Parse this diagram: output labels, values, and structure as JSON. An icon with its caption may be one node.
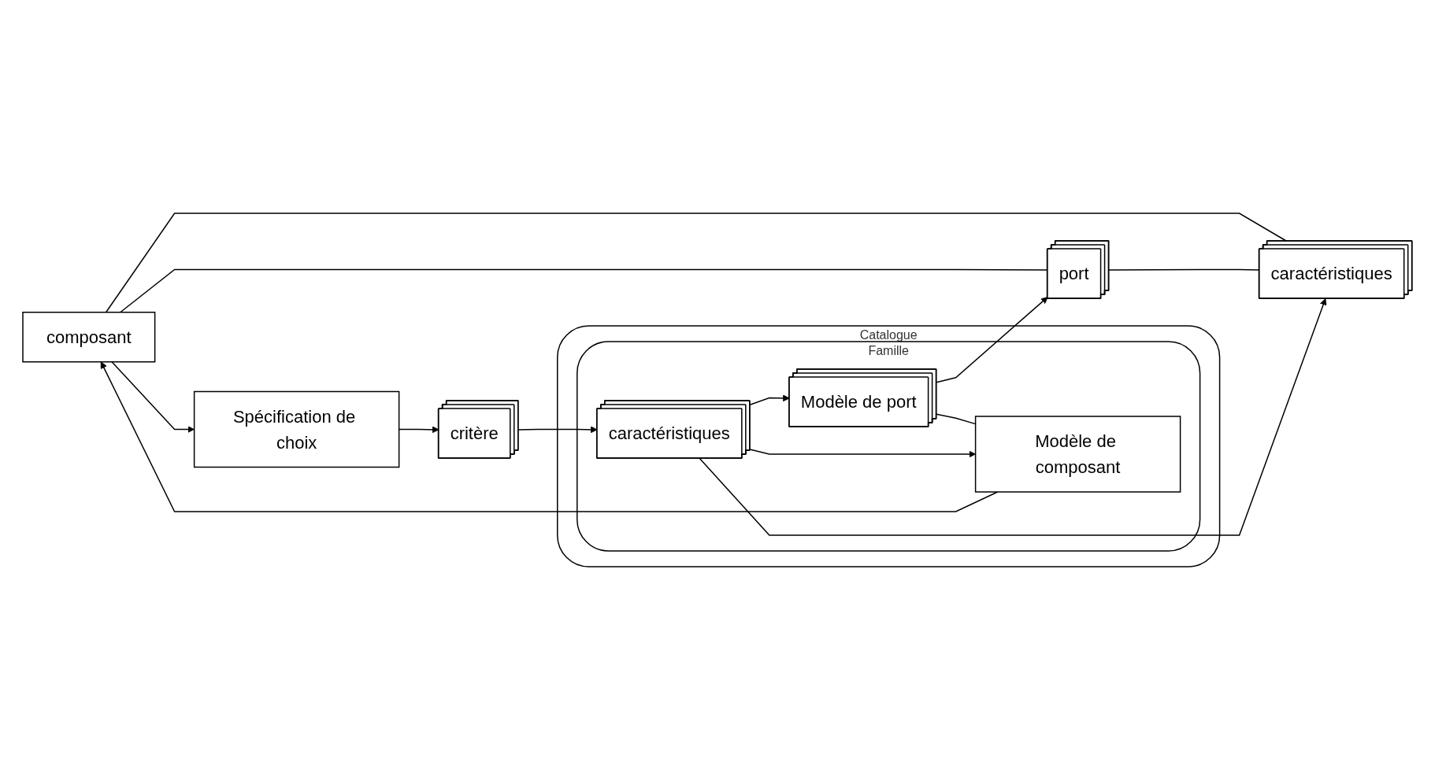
{
  "diagram": {
    "nodes": [
      {
        "text": [
          "composant"
        ]
      },
      {
        "text": [
          "Spécification de choix"
        ]
      },
      {
        "text": [
          "critère"
        ]
      },
      {
        "text": [
          "port"
        ]
      },
      {
        "text": [
          "caractéristiques"
        ]
      },
      {
        "text": [
          "Catalogue"
        ]
      },
      {
        "text": [
          "Famille"
        ],
        "in": 5
      },
      {
        "text": [
          "Modèle de composant"
        ],
        "in": 6
      },
      {
        "text": [
          "Modèle de port"
        ],
        "in": 6
      },
      {
        "text": [
          "caractéristiques"
        ],
        "in": 6
      }
    ],
    "edges": [
      {
        "from": 0,
        "to": 1,
        "arrow": "to"
      },
      {
        "from": 1,
        "to": 2,
        "arrow": "to"
      },
      {
        "from": 2,
        "to": 9,
        "arrow": "to"
      },
      {
        "from": 7,
        "to": 0,
        "arrow": "to"
      },
      {
        "from": 0,
        "to": 3,
        "arrow": "none"
      },
      {
        "from": 0,
        "to": 4,
        "arrow": "none"
      },
      {
        "from": 3,
        "to": 4,
        "arrow": "none"
      },
      {
        "from": 8,
        "to": 7,
        "arrow": "none"
      },
      {
        "from": 8,
        "to": 3,
        "arrow": "to"
      },
      {
        "from": 9,
        "to": 7,
        "arrow": "to"
      },
      {
        "from": 9,
        "to": 8,
        "arrow": "to"
      },
      {
        "from": 9,
        "to": 4,
        "arrow": "to"
      }
    ]
  }
}
